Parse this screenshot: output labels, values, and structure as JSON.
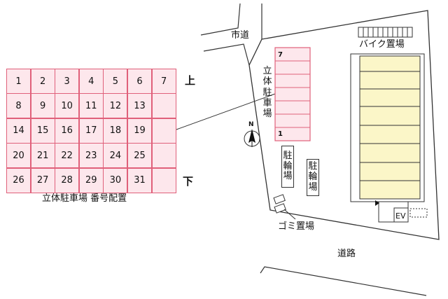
{
  "grid_numbers": [
    "1",
    "2",
    "3",
    "4",
    "5",
    "6",
    "7",
    "8",
    "9",
    "10",
    "11",
    "12",
    "13",
    "",
    "14",
    "15",
    "16",
    "17",
    "18",
    "19",
    "",
    "20",
    "21",
    "22",
    "23",
    "24",
    "25",
    "",
    "26",
    "27",
    "28",
    "29",
    "30",
    "31",
    ""
  ],
  "labels": {
    "upper": "上",
    "lower": "下",
    "grid_caption": "立体駐車場 番号配置",
    "city_road": "市道",
    "bike_parking": "バイク置場",
    "tower_parking": "立体駐車場",
    "bicycle_parking": "駐輪場",
    "garbage": "ゴミ置場",
    "road": "道路",
    "elevator": "EV",
    "north": "N",
    "tower_top": "7",
    "tower_bottom": "1"
  },
  "colors": {
    "parking_fill": "#fde7ec",
    "parking_border": "#e0607a",
    "building_fill": "#fbf6c8"
  }
}
